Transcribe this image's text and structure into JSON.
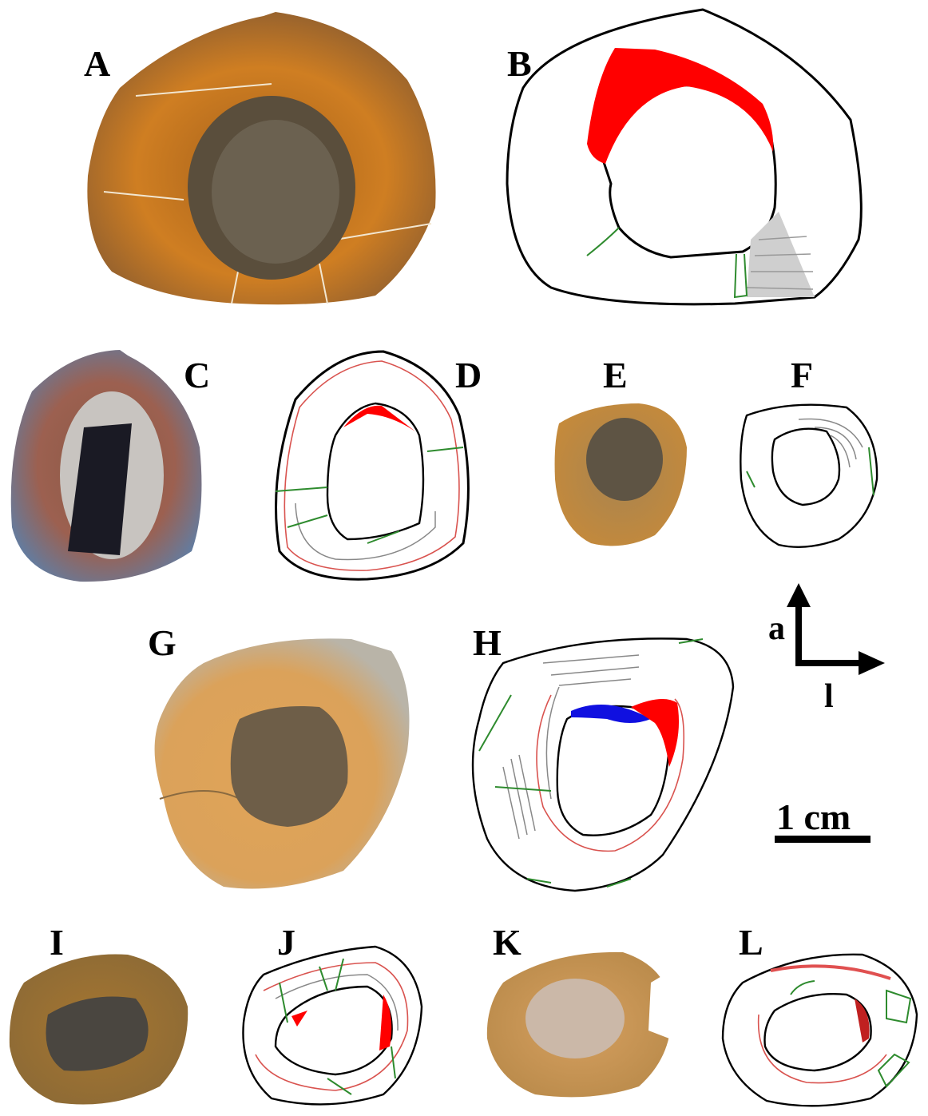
{
  "panels": {
    "A": "A",
    "B": "B",
    "C": "C",
    "D": "D",
    "E": "E",
    "F": "F",
    "G": "G",
    "H": "H",
    "I": "I",
    "J": "J",
    "K": "K",
    "L": "L"
  },
  "orientation": {
    "anterior": "a",
    "lateral": "l"
  },
  "scale_bar": {
    "label": "1 cm"
  },
  "colors": {
    "red_region": "#ff0000",
    "blue_region": "#1010e0",
    "crack_lines": "#2e8b2e",
    "growth_marks": "#d9534f",
    "secondary_lines": "#888888",
    "bone_orange": "#c8781e",
    "cavity_dark": "#4a4235"
  }
}
